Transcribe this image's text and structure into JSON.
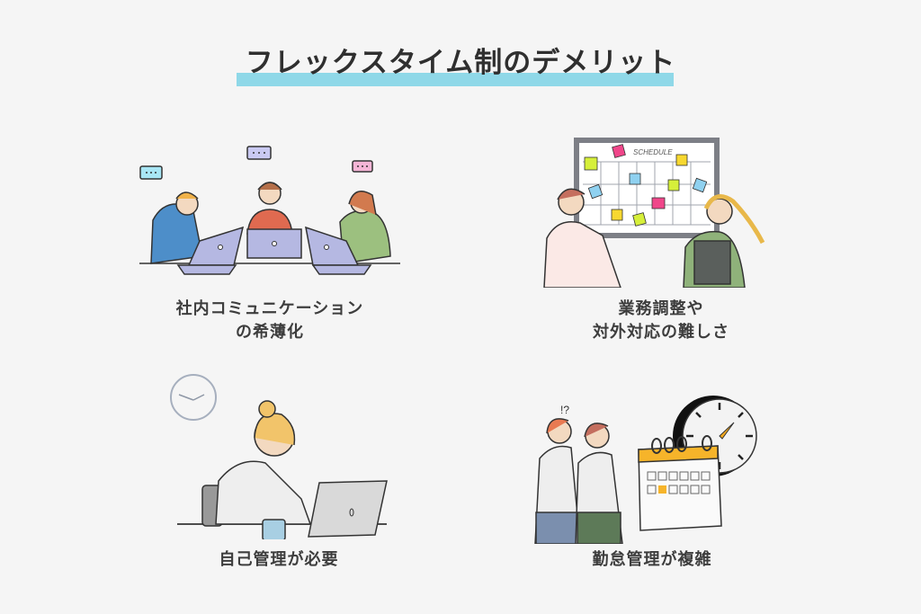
{
  "title": "フレックスタイム制のデメリット",
  "colors": {
    "background": "#f5f5f5",
    "title_underline": "#8fd8e8",
    "text": "#3a3a3a"
  },
  "items": [
    {
      "label_line1": "社内コミュニケーション",
      "label_line2": "の希薄化",
      "illustration": "three-people-with-laptops-speech-bubbles"
    },
    {
      "label_line1": "業務調整や",
      "label_line2": "対外対応の難しさ",
      "illustration": "two-people-schedule-board",
      "board_title": "SCHEDULE"
    },
    {
      "label_line1": "自己管理が必要",
      "illustration": "tired-woman-laptop-clock"
    },
    {
      "label_line1": "勤怠管理が複雑",
      "illustration": "two-people-calendar-clock",
      "annotation": "!?"
    }
  ]
}
